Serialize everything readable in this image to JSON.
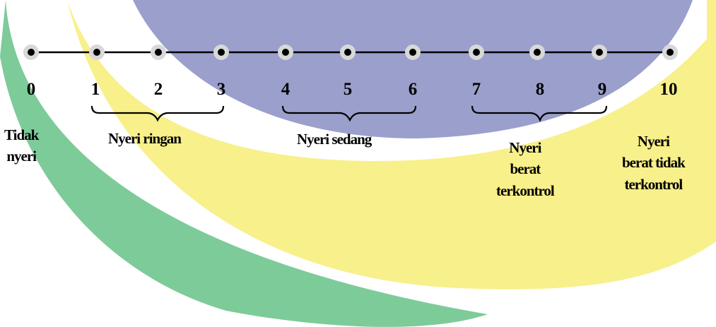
{
  "scale": {
    "numbers": [
      "0",
      "1",
      "2",
      "3",
      "4",
      "5",
      "6",
      "7",
      "8",
      "9",
      "10"
    ]
  },
  "categories": {
    "no_pain": {
      "line1": "Tidak",
      "line2": "nyeri"
    },
    "mild": {
      "line1": "Nyeri ringan"
    },
    "moderate": {
      "line1": "Nyeri sedang"
    },
    "severe_controlled": {
      "line1": "Nyeri",
      "line2": "berat",
      "line3": "terkontrol"
    },
    "severe_uncontrolled": {
      "line1": "Nyeri",
      "line2": "berat tidak",
      "line3": "terkontrol"
    }
  },
  "colors": {
    "background_green": "#7dcb99",
    "background_yellow": "#f8f08a",
    "background_purple": "#9b9fcc",
    "line": "#000000"
  }
}
